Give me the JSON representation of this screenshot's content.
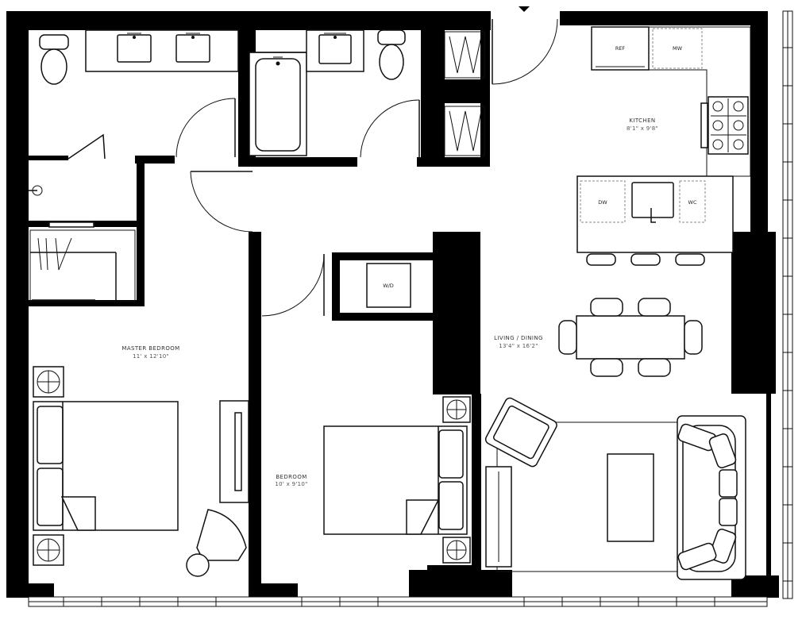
{
  "rooms": {
    "kitchen": {
      "name": "KITCHEN",
      "dims": "8'1\" x 9'8\""
    },
    "living": {
      "name": "LIVING / DINING",
      "dims": "13'4\" x 16'2\""
    },
    "master": {
      "name": "MASTER BEDROOM",
      "dims": "11' x 12'10\""
    },
    "bedroom": {
      "name": "BEDROOM",
      "dims": "10' x 9'10\""
    }
  },
  "appliances": {
    "ref": "REF",
    "mw": "MW",
    "dw": "DW",
    "wc": "WC",
    "wd": "W/D"
  }
}
